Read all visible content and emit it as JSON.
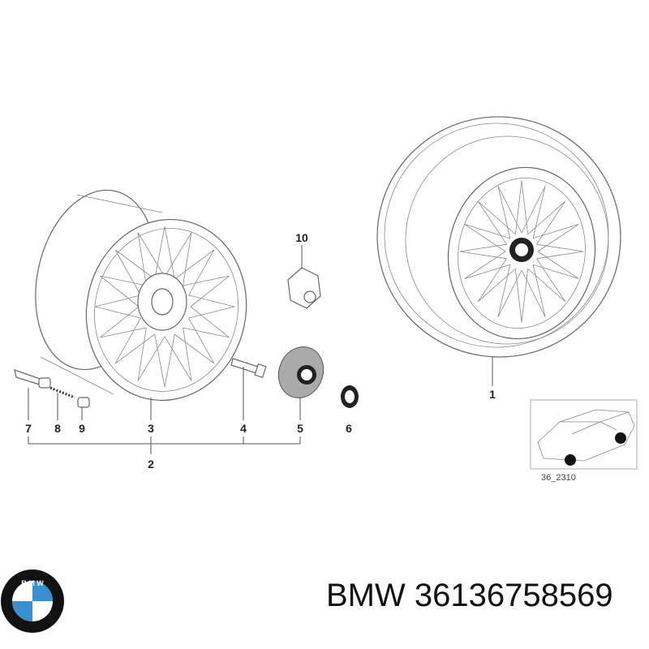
{
  "diagram": {
    "callouts": {
      "c1": "1",
      "c2": "2",
      "c3": "3",
      "c4": "4",
      "c5": "5",
      "c6": "6",
      "c7": "7",
      "c8": "8",
      "c9": "9",
      "c10": "10"
    },
    "inset_caption": "36_2310"
  },
  "footer": {
    "logo_letters": "BMW",
    "part_number_text": "BMW 36136758569"
  },
  "colors": {
    "bmw_blue": "#3a8fd0",
    "logo_ring": "#111111"
  }
}
